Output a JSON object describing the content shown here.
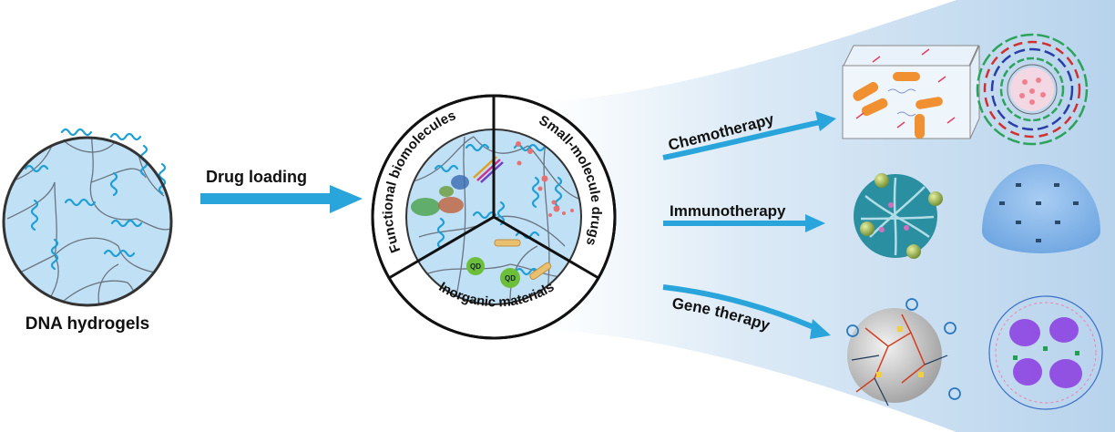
{
  "source": {
    "label": "DNA hydrogels"
  },
  "loading_arrow": {
    "label": "Drug loading"
  },
  "loaded_gel": {
    "segments": [
      {
        "id": "functional",
        "label": "Functional biomolecules"
      },
      {
        "id": "small",
        "label": "Small-molecule drugs"
      },
      {
        "id": "inorganic",
        "label": "Inorganic materials"
      }
    ],
    "qd_label": "QD"
  },
  "therapies": [
    {
      "id": "chemo",
      "label": "Chemotherapy"
    },
    {
      "id": "immuno",
      "label": "Immunotherapy"
    },
    {
      "id": "gene",
      "label": "Gene therapy"
    }
  ],
  "colors": {
    "gel_fill": "#bfe0f5",
    "strand": "#1e9fd6",
    "arrow": "#2aa5dc",
    "network": "#6b7480",
    "panel_start": "#ffffff",
    "panel_end": "#b9d6ee"
  }
}
